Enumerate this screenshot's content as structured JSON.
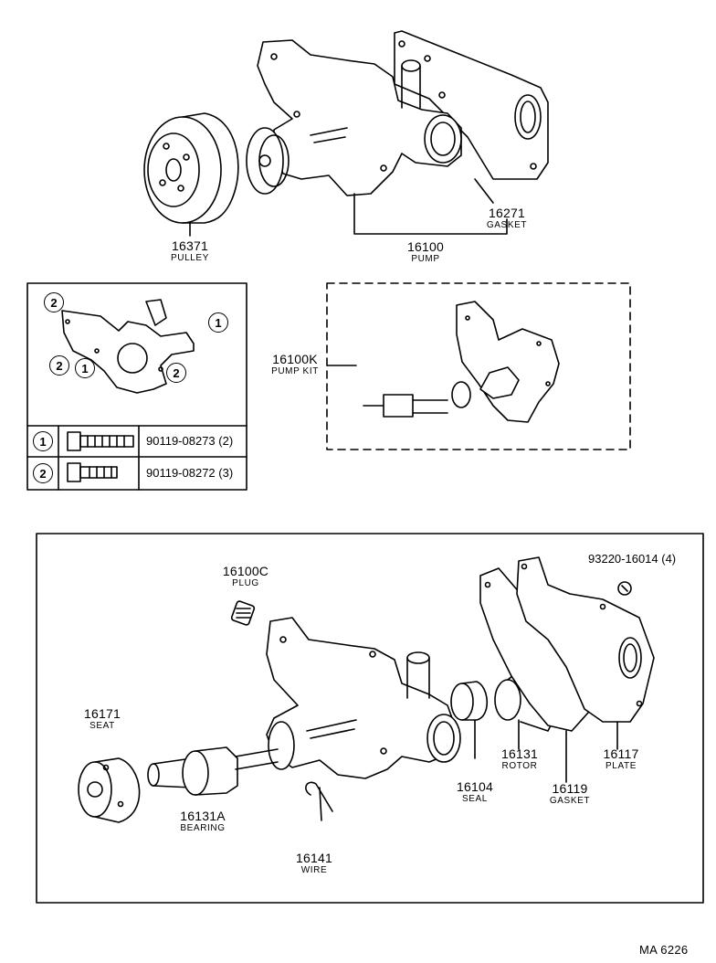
{
  "top_labels": {
    "pulley": {
      "number": "16371",
      "name": "PULLEY"
    },
    "pump": {
      "number": "16100",
      "name": "PUMP"
    },
    "gasket": {
      "number": "16271",
      "name": "GASKET"
    },
    "pump_kit": {
      "number": "16100K",
      "name": "PUMP KIT"
    }
  },
  "bolt_table": {
    "callouts": [
      "1",
      "2"
    ],
    "rows": [
      {
        "ref": "1",
        "part": "90119-08273 (2)"
      },
      {
        "ref": "2",
        "part": "90119-08272 (3)"
      }
    ],
    "diagram_callouts": [
      "2",
      "1",
      "2",
      "1",
      "2"
    ]
  },
  "exploded_labels": {
    "plug": {
      "number": "16100C",
      "name": "PLUG"
    },
    "seat": {
      "number": "16171",
      "name": "SEAT"
    },
    "bearing": {
      "number": "16131A",
      "name": "BEARING"
    },
    "wire": {
      "number": "16141",
      "name": "WIRE"
    },
    "seal": {
      "number": "16104",
      "name": "SEAL"
    },
    "rotor": {
      "number": "16131",
      "name": "ROTOR"
    },
    "gasket": {
      "number": "16119",
      "name": "GASKET"
    },
    "plate": {
      "number": "16117",
      "name": "PLATE"
    },
    "screw": {
      "number": "93220-16014 (4)",
      "name": ""
    }
  },
  "footer_code": "MA  6226"
}
